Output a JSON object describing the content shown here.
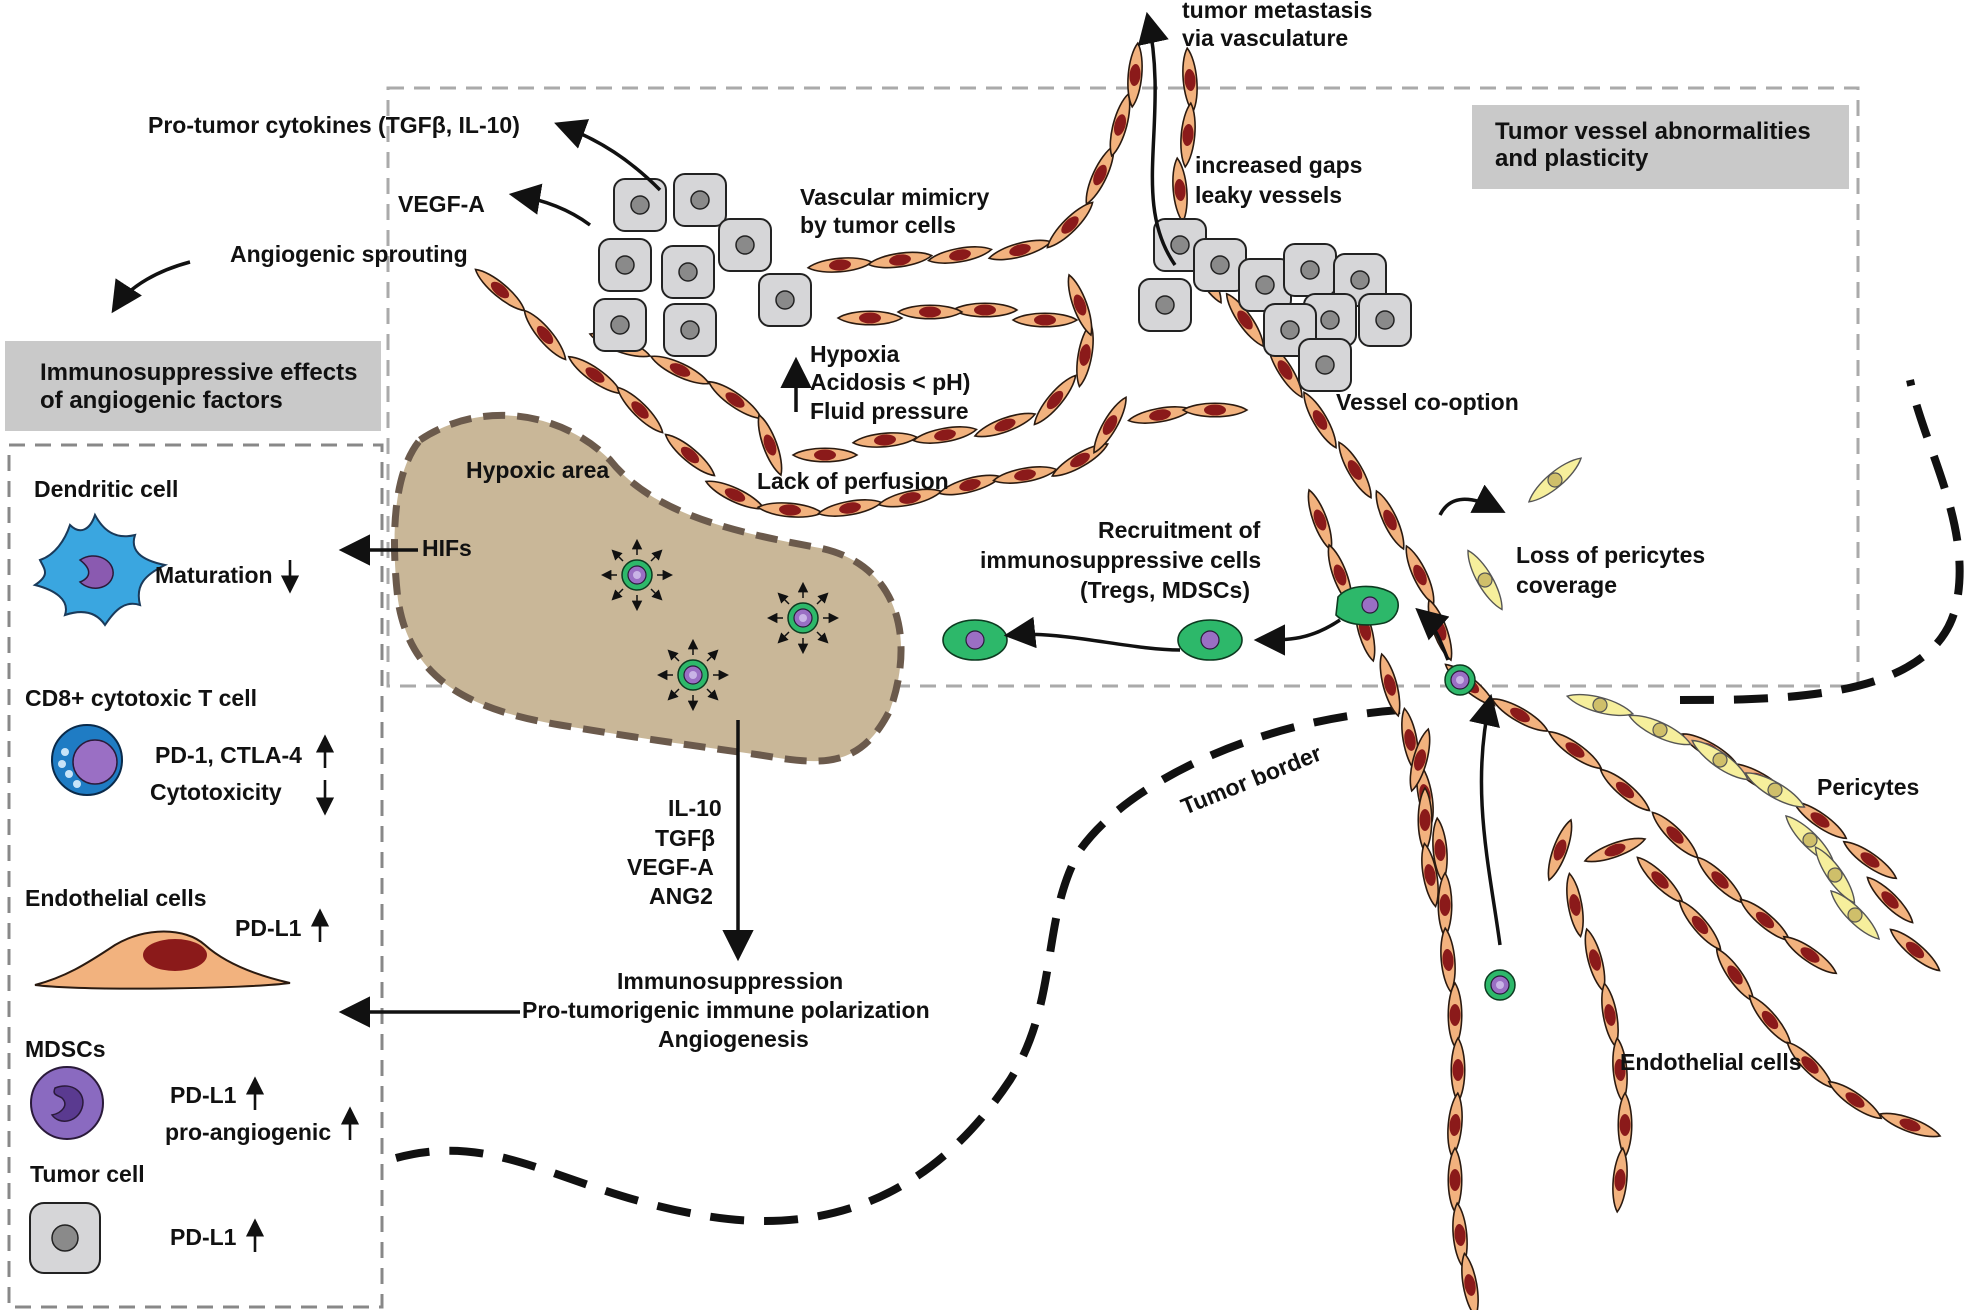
{
  "labels": {
    "tumor_metastasis_1": "tumor metastasis",
    "tumor_metastasis_2": "via vasculature",
    "box_title_1": "Tumor vessel abnormalities",
    "box_title_2": "and plasticity",
    "increased_gaps": "increased gaps",
    "leaky_vessels": "leaky vessels",
    "pro_tumor_cytokines": "Pro-tumor cytokines (TGFβ, IL-10)",
    "vegf_a": "VEGF-A",
    "vascular_mimicry_1": "Vascular mimicry",
    "vascular_mimicry_2": "by tumor cells",
    "angiogenic_sprouting": "Angiogenic sprouting",
    "hypoxia": "Hypoxia",
    "acidosis": "Acidosis < pH)",
    "fluid_pressure": "Fluid pressure",
    "vessel_cooption": "Vessel co-option",
    "immuno_title_1": "Immunosuppressive effects",
    "immuno_title_2": "of angiogenic factors",
    "hypoxic_area": "Hypoxic area",
    "lack_of_perfusion": "Lack of perfusion",
    "hifs": "HIFs",
    "recruitment_1": "Recruitment of",
    "recruitment_2": "immunosuppressive cells",
    "recruitment_3": "(Tregs, MDSCs)",
    "loss_pericytes_1": "Loss of pericytes",
    "loss_pericytes_2": "coverage",
    "dendritic_cell": "Dendritic cell",
    "maturation": "Maturation",
    "cd8": "CD8+ cytotoxic T cell",
    "pd1_ctla4": "PD-1, CTLA-4",
    "cytotoxicity": "Cytotoxicity",
    "endothelial_cells_legend": "Endothelial cells",
    "pd_l1_endo": "PD-L1",
    "mdscs": "MDSCs",
    "pd_l1_mdsc": "PD-L1",
    "pro_angiogenic": "pro-angiogenic",
    "tumor_cell": "Tumor cell",
    "pd_l1_tumor": "PD-L1",
    "factor_1": "IL-10",
    "factor_2": "TGFβ",
    "factor_3": "VEGF-A",
    "factor_4": "ANG2",
    "outcome_1": "Immunosuppression",
    "outcome_2": "Pro-tumorigenic immune polarization",
    "outcome_3": "Angiogenesis",
    "tumor_border": "Tumor border",
    "pericytes": "Pericytes",
    "endothelial_cells_main": "Endothelial cells"
  },
  "colors": {
    "endothelial": "#f2b27e",
    "endothelial_nucleus": "#8b1a1a",
    "tumor_cell": "#d6d6d8",
    "pericyte": "#f6ef9c",
    "immune_green": "#2db86a",
    "immune_nucleus": "#9a6fc4",
    "dendritic": "#3aa6e0",
    "tcell": "#1f7cc4",
    "mdsc": "#8a6ac0",
    "hypoxic_fill": "#c9b798",
    "hypoxic_border": "#6b5a4c",
    "label_box": "#c9c9c9"
  },
  "icons": [
    "arrow-up-icon",
    "arrow-down-icon",
    "dendritic-cell-icon",
    "t-cell-icon",
    "endothelial-cell-icon",
    "mdsc-icon",
    "tumor-cell-icon"
  ]
}
